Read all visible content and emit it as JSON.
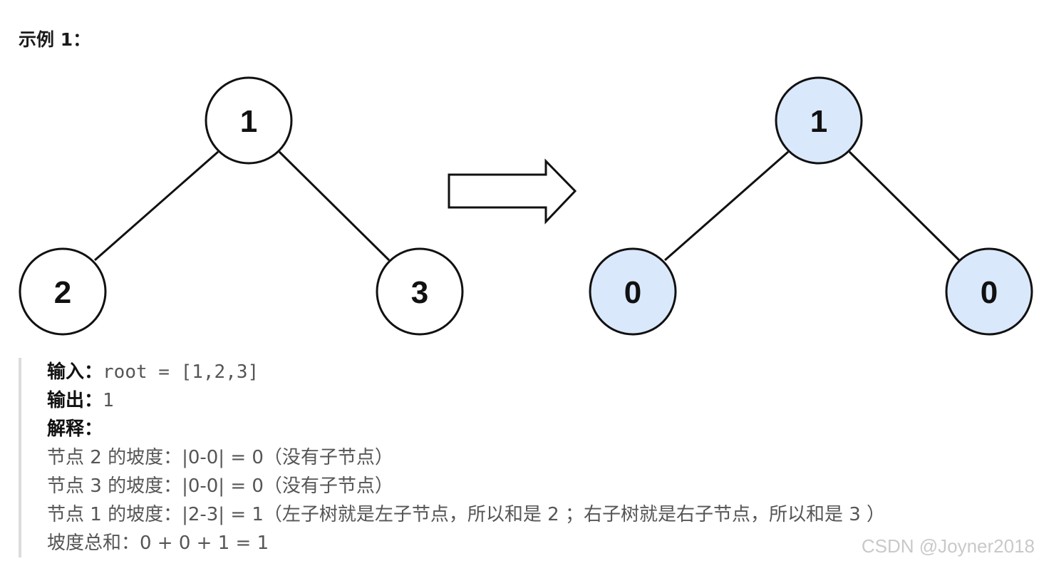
{
  "heading": "示例 1：",
  "diagram": {
    "left_tree": {
      "root": "1",
      "left": "2",
      "right": "3"
    },
    "right_tree": {
      "root": "1",
      "left": "0",
      "right": "0"
    },
    "colors": {
      "fill_right": "#dae8fc",
      "fill_left": "#ffffff",
      "stroke": "#111111"
    }
  },
  "example": {
    "input_label": "输入：",
    "input_value": "root = [1,2,3]",
    "output_label": "输出：",
    "output_value": "1",
    "explain_label": "解释：",
    "lines": [
      "节点 2 的坡度：|0-0| = 0（没有子节点）",
      "节点 3 的坡度：|0-0| = 0（没有子节点）",
      "节点 1 的坡度：|2-3| = 1（左子树就是左子节点，所以和是 2 ；右子树就是右子节点，所以和是 3 ）",
      "坡度总和：0 + 0 + 1 = 1"
    ]
  },
  "watermark": "CSDN @Joyner2018"
}
